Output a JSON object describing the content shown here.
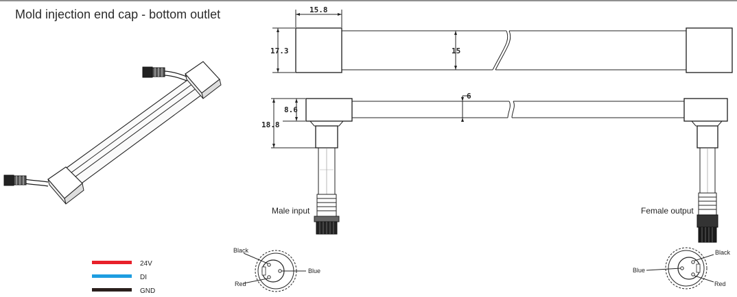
{
  "title": "Mold injection end cap - bottom outlet",
  "dimensions": {
    "cap_width": "15.8",
    "cap_height": "17.3",
    "tube_height": "15",
    "side_cap_height": "8.6",
    "side_total_height": "18.8",
    "tube_depth": "6"
  },
  "connectors": {
    "male_label": "Male input",
    "female_label": "Female output"
  },
  "pins": {
    "male": {
      "black": "Black",
      "red": "Red",
      "blue": "Blue"
    },
    "female": {
      "black": "Black",
      "red": "Red",
      "blue": "Blue"
    }
  },
  "legend": [
    {
      "label": "24V",
      "color": "#e8202a"
    },
    {
      "label": "DI",
      "color": "#1e9de0"
    },
    {
      "label": "GND",
      "color": "#2a1f1c"
    }
  ]
}
